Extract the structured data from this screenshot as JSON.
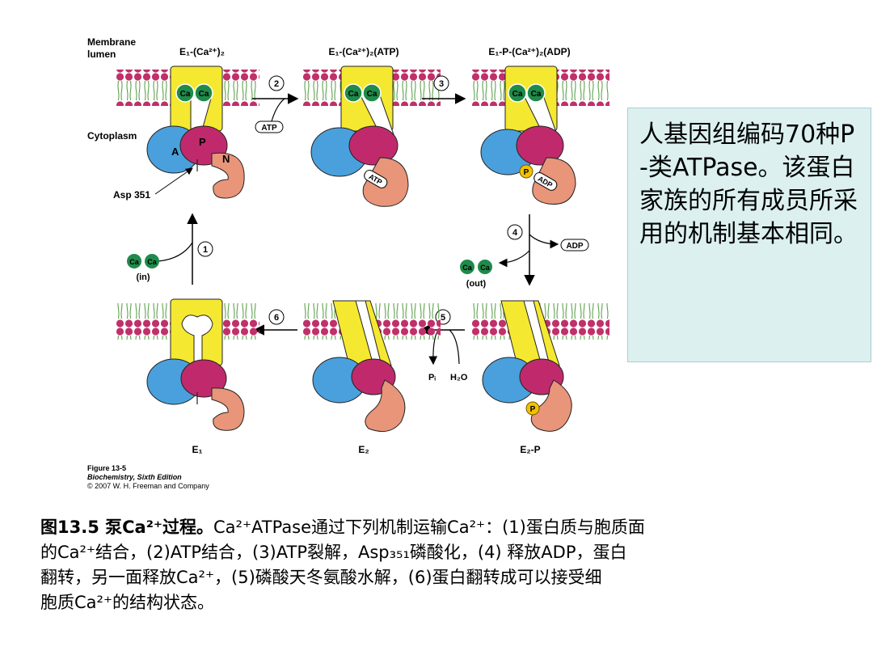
{
  "diagram": {
    "labels": {
      "membrane": "Membrane",
      "lumen": "lumen",
      "cytoplasm": "Cytoplasm",
      "asp351": "Asp 351",
      "domain_a": "A",
      "domain_p": "P",
      "domain_n": "N",
      "ca": "Ca",
      "atp": "ATP",
      "adp": "ADP",
      "p": "P",
      "in": "(in)",
      "out": "(out)",
      "pi": "Pᵢ",
      "h2o": "H₂O"
    },
    "state_titles": {
      "s1": "E₁-(Ca²⁺)₂",
      "s2": "E₁-(Ca²⁺)₂(ATP)",
      "s3": "E₁-P-(Ca²⁺)₂(ADP)",
      "s4": "E₁",
      "s5": "E₂",
      "s6": "E₂-P"
    },
    "steps": [
      "1",
      "2",
      "3",
      "4",
      "5",
      "6"
    ],
    "figure_credit": {
      "line1": "Figure 13-5",
      "line2": "Biochemistry, Sixth Edition",
      "line3": "© 2007 W. H. Freeman and Company"
    }
  },
  "note": {
    "text": "人基因组编码70种P-类ATPase。该蛋白家族的所有成员所采用的机制基本相同。"
  },
  "caption": {
    "title": "图13.5 泵Ca²⁺过程。",
    "line1": "Ca²⁺ATPase通过下列机制运输Ca²⁺：(1)蛋白质与胞质面",
    "line2": "的Ca²⁺结合，(2)ATP结合，(3)ATP裂解，Asp₃₅₁磷酸化，(4) 释放ADP，蛋白",
    "line3": "翻转，另一面释放Ca²⁺，(5)磷酸天冬氨酸水解，(6)蛋白翻转成可以接受细",
    "line4": "胞质Ca²⁺的结构状态。"
  },
  "colors": {
    "membrane_head": "#c0306a",
    "membrane_tail": "#4f9a3c",
    "transmembrane": "#f5e830",
    "domain_a": "#4aa0dc",
    "domain_p": "#c02a6c",
    "domain_n": "#e8957a",
    "calcium": "#1f8a4a",
    "phosphate": "#f2c200",
    "note_bg": "#dcf0f0"
  }
}
